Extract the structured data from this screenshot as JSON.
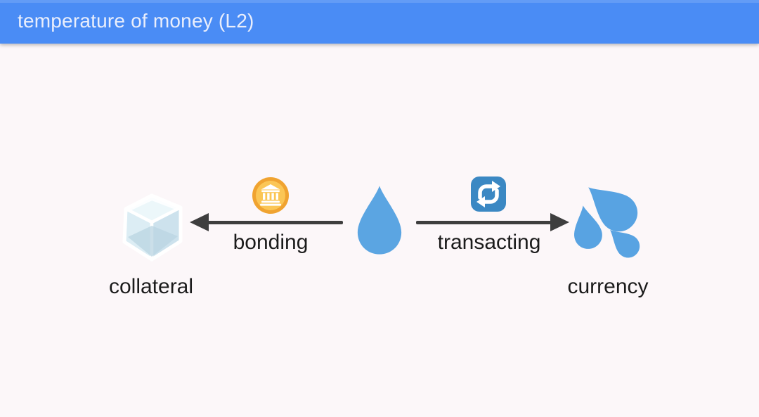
{
  "window": {
    "title": "temperature of money (L2)"
  },
  "diagram": {
    "left_node": {
      "label": "collateral",
      "icon": "ice-cube"
    },
    "center_node": {
      "icon": "water-droplet"
    },
    "right_node": {
      "label": "currency",
      "icon": "splash-droplets"
    },
    "left_edge": {
      "label": "bonding",
      "icon": "bank-coin",
      "direction": "left"
    },
    "right_edge": {
      "label": "transacting",
      "icon": "refresh-arrows",
      "direction": "right"
    }
  },
  "colors": {
    "header_bg": "#4a8cf5",
    "header_text": "#e9eefc",
    "body_bg": "#fcf7f9",
    "arrow": "#3e3e3e",
    "label_text": "#1b1b1b",
    "droplet_blue": "#5ba5e2",
    "splash_blue": "#58a3e2",
    "ice_light": "#ecf7fa",
    "ice_mid": "#dcedf4",
    "ice_dark": "#cde2ed",
    "coin_rim": "#f0a330",
    "coin_face": "#fbc655",
    "refresh_bg": "#3b88c3"
  }
}
